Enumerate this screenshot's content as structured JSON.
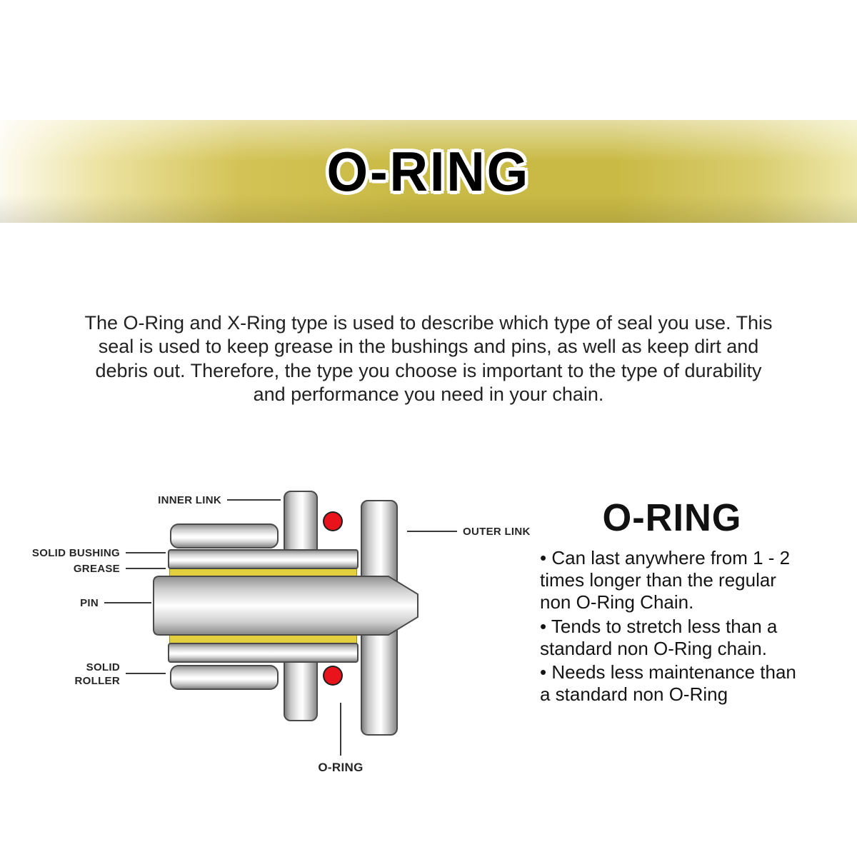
{
  "colors": {
    "banner_gold": "#c9ba45",
    "o_ring_red": "#e8131b",
    "grease_yellow": "#e3cf3d",
    "outline": "#4a4a4a"
  },
  "banner": {
    "title": "O-RING"
  },
  "intro": {
    "text": "The O-Ring and X-Ring type is used to describe which type of seal you use. This seal is used to keep grease in the bushings and pins, as well as keep dirt and debris out. Therefore, the type you choose is important to the type of durability and performance you need in your chain."
  },
  "diagram": {
    "labels": {
      "inner_link": "INNER LINK",
      "outer_link": "OUTER LINK",
      "solid_bushing": "SOLID BUSHING",
      "grease": "GREASE",
      "pin": "PIN",
      "solid_roller": "SOLID ROLLER",
      "o_ring": "O-RING"
    }
  },
  "details": {
    "heading": "O-RING",
    "bullets": [
      "Can last anywhere from 1 - 2 times longer than the regular non O-Ring Chain.",
      "Tends to stretch less than a standard non O-Ring chain.",
      "Needs less maintenance than a standard non O-Ring"
    ]
  }
}
